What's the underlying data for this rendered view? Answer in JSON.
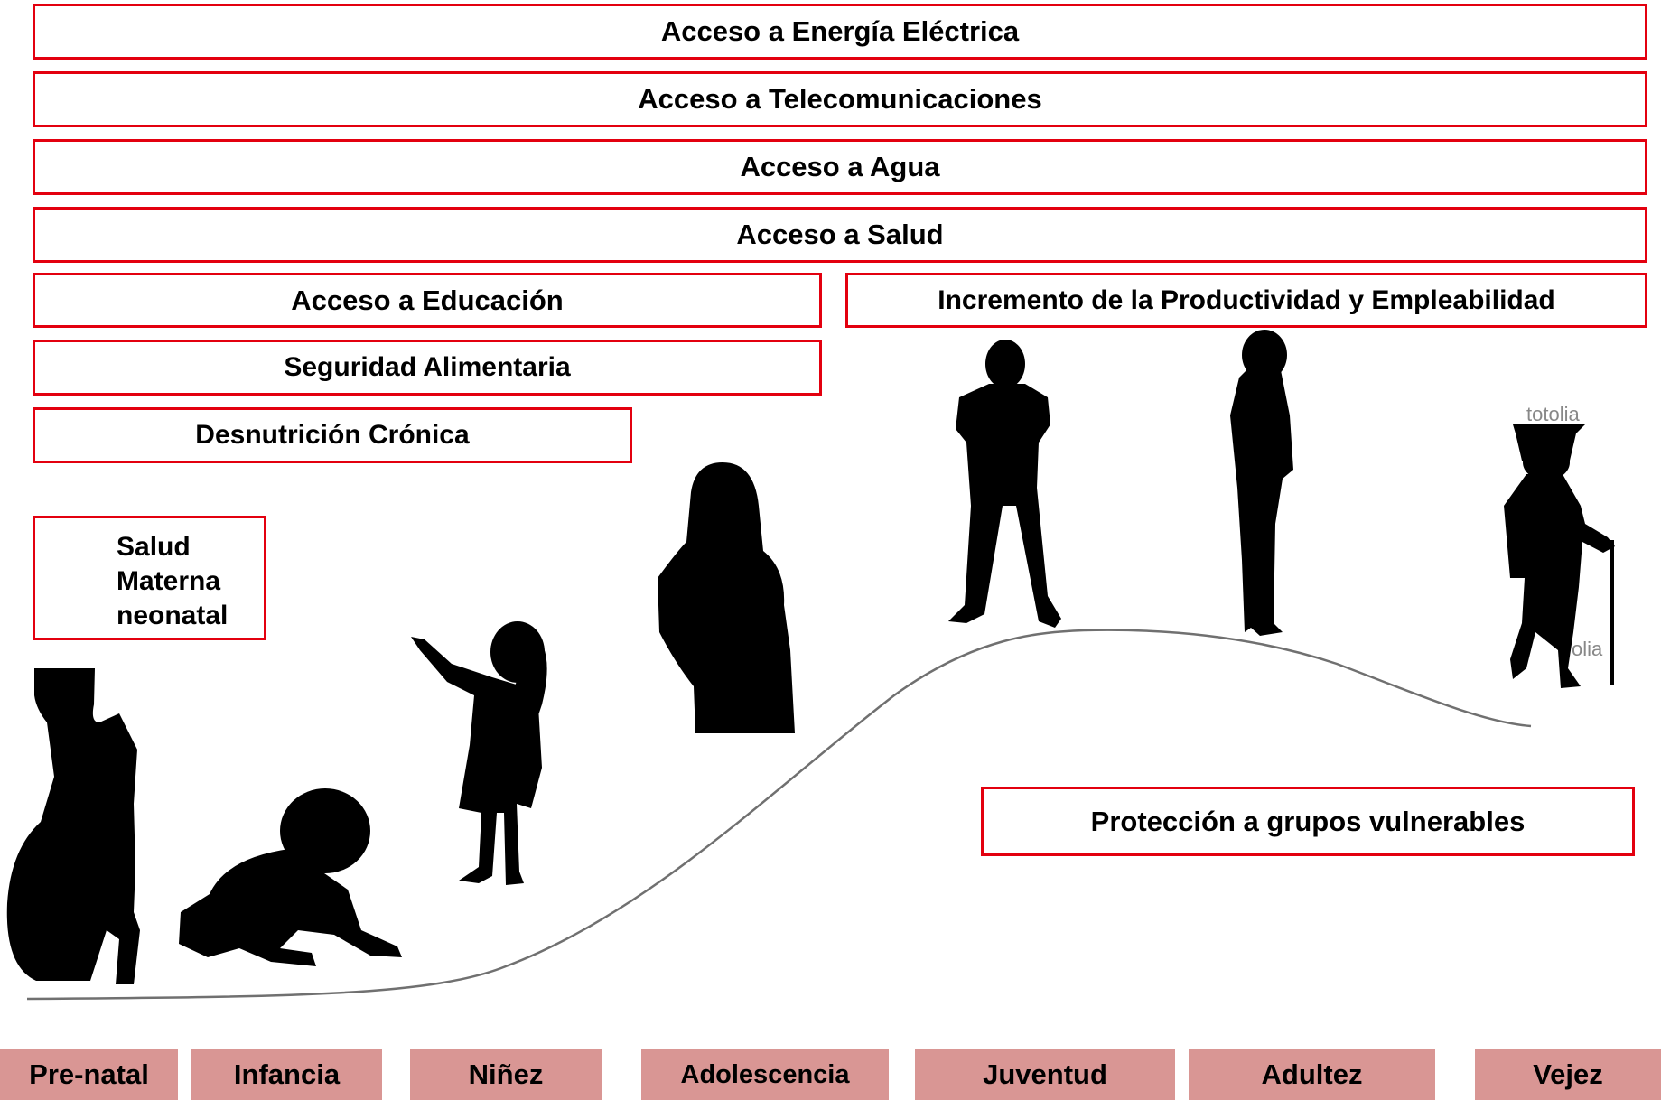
{
  "boxes": {
    "energia": "Acceso a Energía Eléctrica",
    "telecom": "Acceso a Telecomunicaciones",
    "agua": "Acceso a Agua",
    "salud": "Acceso a Salud",
    "educacion": "Acceso a Educación",
    "productividad": "Incremento de la Productividad y Empleabilidad",
    "seguridad": "Seguridad Alimentaria",
    "desnutricion": "Desnutrición Crónica",
    "salud_materna": [
      "Salud",
      "Materna",
      "neonatal"
    ],
    "proteccion": "Protección a grupos vulnerables"
  },
  "stages": [
    "Pre-natal",
    "Infancia",
    "Niñez",
    "Adolescencia",
    "Juventud",
    "Adultez",
    "Vejez"
  ],
  "watermarks": [
    "totolia",
    "olia"
  ],
  "colors": {
    "border": "#e3000f",
    "stage_fill": "#d99694",
    "curve": "#707070",
    "silhouette": "#000000"
  }
}
